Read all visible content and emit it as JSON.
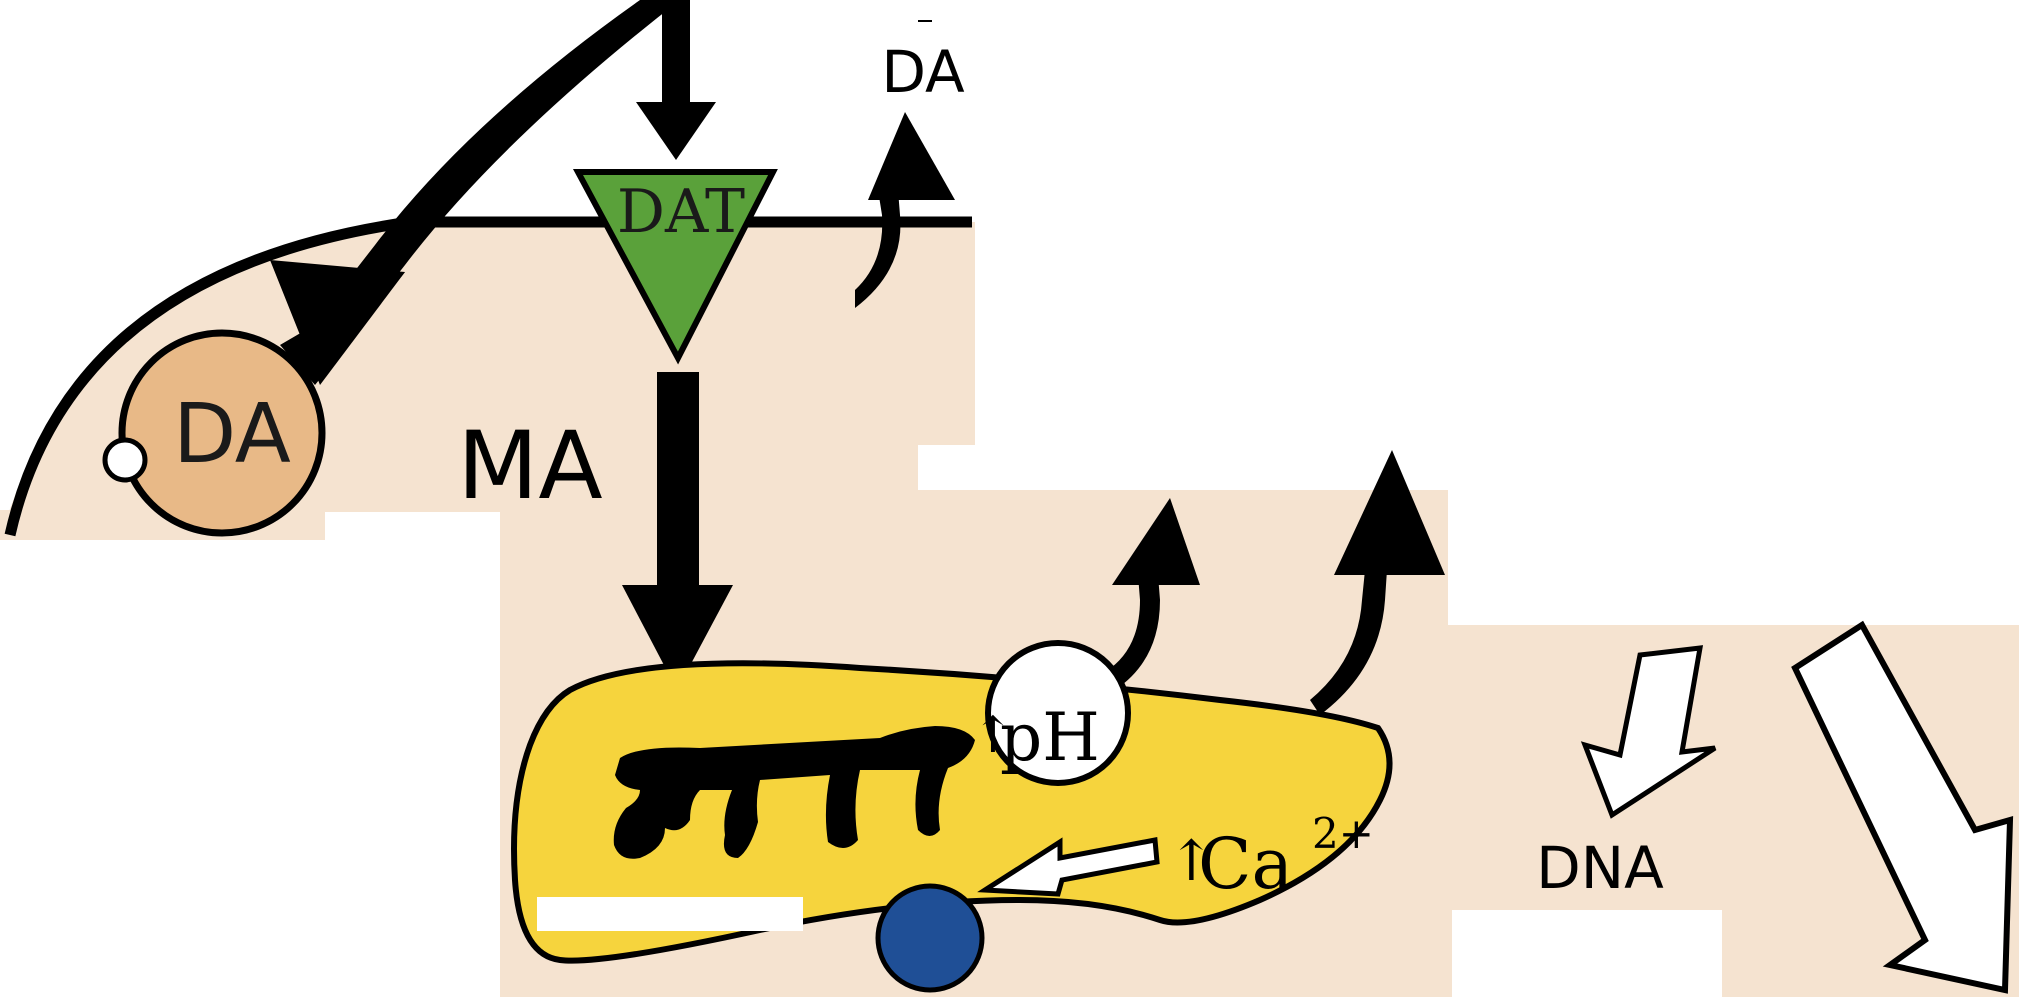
{
  "labels": {
    "da_extracellular": "DA",
    "dat": "DAT",
    "da_vesicle": "DA",
    "ma": "MA",
    "ph_arrow": "↑",
    "ph": "pH",
    "ca_arrow": "↑",
    "ca": "Ca",
    "ca_charge": "2+",
    "dna": "DNA"
  },
  "colors": {
    "cytoplasm": "#f5e3d0",
    "membrane": "#000000",
    "dat_fill": "#5aa13a",
    "vesicle_fill": "#e8b987",
    "mitochondrion_fill": "#f6d43d",
    "blue_circle": "#1f4f96",
    "white": "#ffffff"
  }
}
